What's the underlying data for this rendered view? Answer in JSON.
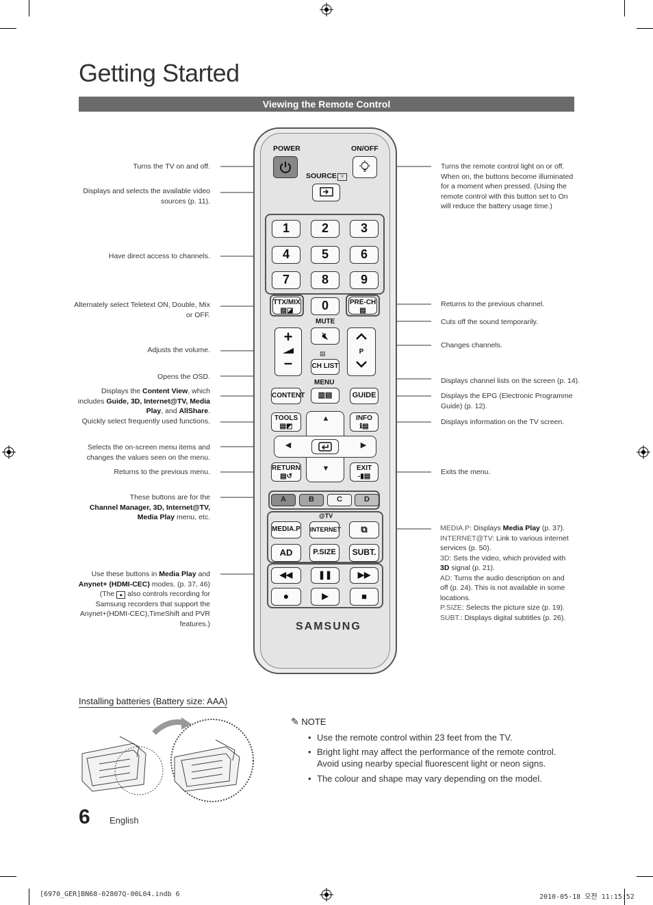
{
  "page": {
    "title": "Getting Started",
    "section_bar": "Viewing the Remote Control",
    "page_number": "6",
    "language": "English",
    "footer_left": "[6970_GER]BN68-02807Q-00L04.indb   6",
    "footer_right": "2010-05-18   오전 11:15:52"
  },
  "left_annotations": [
    {
      "text": "Turns the TV on and off."
    },
    {
      "text": "Displays and selects the available video sources (p. 11)."
    },
    {
      "text": "Have direct access to channels."
    },
    {
      "text": "Alternately select Teletext ON, Double, Mix or OFF."
    },
    {
      "text": "Adjusts the volume."
    },
    {
      "text": "Opens the OSD."
    },
    {
      "text": "Quickly select frequently used functions."
    },
    {
      "text": "Selects the on-screen menu items and changes the values seen on the menu."
    },
    {
      "text": "Returns to the previous menu."
    }
  ],
  "content_view": {
    "p1": "Displays the ",
    "b1": "Content View",
    "p2": ", which includes ",
    "b2": "Guide, 3D, Internet@TV, Media Play",
    "p3": ", and ",
    "b3": "AllShare",
    "p4": "."
  },
  "abcd_note": {
    "p1": "These buttons are for the",
    "b1": "Channel Manager, 3D, Internet@TV, Media Play",
    "p2": " menu, etc."
  },
  "media_note": {
    "p1": "Use these buttons in ",
    "b1": "Media Play",
    "p2": " and ",
    "b2": "Anynet+ (HDMI-CEC)",
    "p3": " modes. (p. 37, 46) (The ",
    "p4": " also controls recording for Samsung recorders that support the Anynet+(HDMI-CEC),TimeShift and PVR features.)"
  },
  "right_annotations": [
    {
      "text": "Turns the remote control light on or off. When on, the buttons become illuminated for a moment when pressed. (Using the remote control with this button set to On will reduce the battery usage time.)"
    },
    {
      "text": "Returns to the previous channel."
    },
    {
      "text": "Cuts off the sound temporarily."
    },
    {
      "text": "Changes channels."
    },
    {
      "text": "Displays channel lists on the screen (p. 14)."
    },
    {
      "text": "Displays the EPG (Electronic Programme Guide) (p. 12)."
    },
    {
      "text": "Displays information on the TV screen."
    },
    {
      "text": "Exits the menu."
    }
  ],
  "media_list": [
    {
      "k": "MEDIA.P",
      "t1": ": Displays ",
      "b": "Media Play",
      "t2": " (p. 37)."
    },
    {
      "k": "INTERNET@TV",
      "t1": ": Link to various internet services (p. 50).",
      "b": "",
      "t2": ""
    },
    {
      "k": "3D",
      "t1": ": Sets the video, which provided with ",
      "b": "3D",
      "t2": " signal (p. 21)."
    },
    {
      "k": "AD",
      "t1": ": Turns the audio description on and off (p. 24). This is not available in some locations.",
      "b": "",
      "t2": ""
    },
    {
      "k": "P.SIZE",
      "t1": ": Selects the picture size (p. 19).",
      "b": "",
      "t2": ""
    },
    {
      "k": "SUBT.",
      "t1": ": Displays digital subtitles (p. 26).",
      "b": "",
      "t2": ""
    }
  ],
  "remote": {
    "power": "POWER",
    "onoff": "ON/OFF",
    "source": "SOURCE",
    "digits": [
      "1",
      "2",
      "3",
      "4",
      "5",
      "6",
      "7",
      "8",
      "9"
    ],
    "zero": "0",
    "ttx": "TTX/MIX",
    "prech": "PRE-CH",
    "mute": "MUTE",
    "p": "P",
    "chlist": "CH LIST",
    "menu": "MENU",
    "content": "CONTENT",
    "guide": "GUIDE",
    "tools": "TOOLS",
    "info": "INFO",
    "return": "RETURN",
    "exit": "EXIT",
    "colors": [
      "A",
      "B",
      "C",
      "D"
    ],
    "attv": "@TV",
    "mediap": "MEDIA.P",
    "internet": "INTERNET",
    "ad": "AD",
    "psize": "P.SIZE",
    "subt": "SUBT.",
    "brand": "SAMSUNG"
  },
  "batteries": {
    "heading": "Installing batteries (Battery size: AAA)",
    "note_label": "NOTE",
    "notes": [
      "Use the remote control within 23 feet from the TV.",
      "Bright light may affect the performance of the remote control. Avoid using nearby special fluorescent light or neon signs.",
      "The colour and shape may vary depending on the model."
    ]
  }
}
